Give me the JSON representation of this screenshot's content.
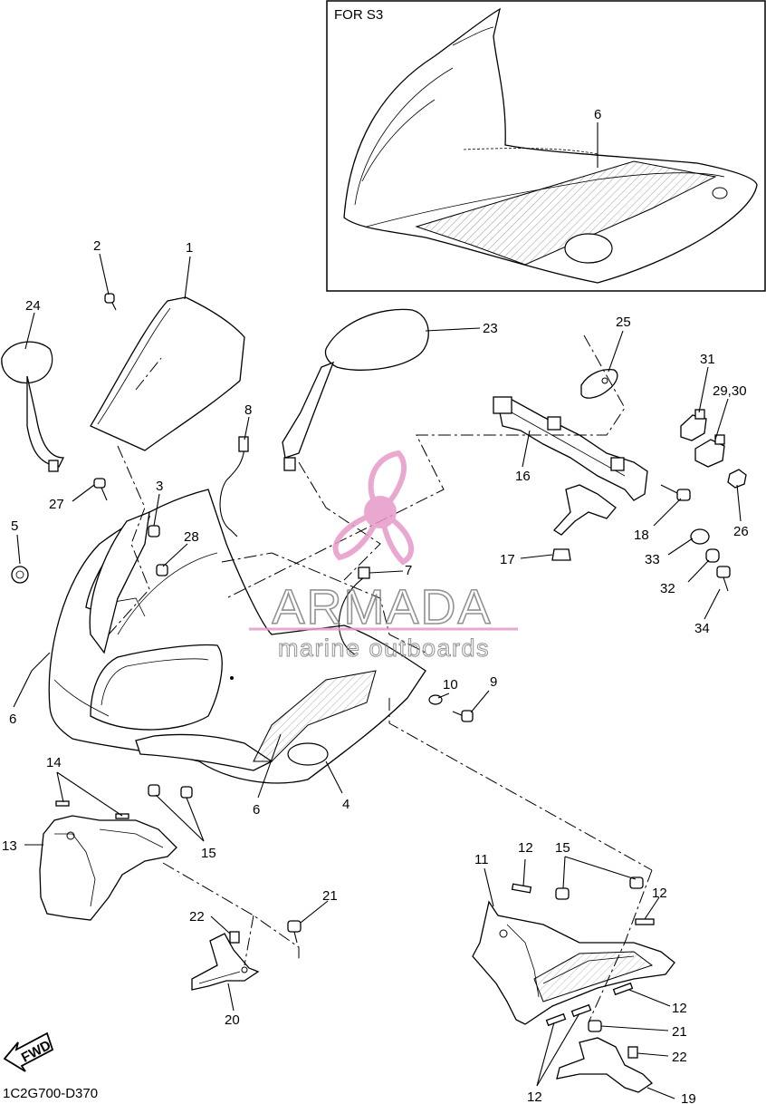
{
  "inset": {
    "label": "FOR  S3"
  },
  "diagram_code": "1C2G700-D370",
  "fwd_label": "FWD",
  "watermark": {
    "brand": "ARMADA",
    "tagline": "marine outboards",
    "accent_color": "#e79ac8"
  },
  "callouts": [
    {
      "id": "c6-inset",
      "text": "6"
    },
    {
      "id": "c1",
      "text": "1"
    },
    {
      "id": "c2",
      "text": "2"
    },
    {
      "id": "c24",
      "text": "24"
    },
    {
      "id": "c23",
      "text": "23"
    },
    {
      "id": "c25",
      "text": "25"
    },
    {
      "id": "c31",
      "text": "31"
    },
    {
      "id": "c29-30",
      "text": "29,30"
    },
    {
      "id": "c8",
      "text": "8"
    },
    {
      "id": "c3",
      "text": "3"
    },
    {
      "id": "c27",
      "text": "27"
    },
    {
      "id": "c16",
      "text": "16"
    },
    {
      "id": "c18",
      "text": "18"
    },
    {
      "id": "c26",
      "text": "26"
    },
    {
      "id": "c5",
      "text": "5"
    },
    {
      "id": "c28",
      "text": "28"
    },
    {
      "id": "c17",
      "text": "17"
    },
    {
      "id": "c33",
      "text": "33"
    },
    {
      "id": "c7",
      "text": "7"
    },
    {
      "id": "c32",
      "text": "32"
    },
    {
      "id": "c34",
      "text": "34"
    },
    {
      "id": "c10",
      "text": "10"
    },
    {
      "id": "c9",
      "text": "9"
    },
    {
      "id": "c6-left",
      "text": "6"
    },
    {
      "id": "c14",
      "text": "14"
    },
    {
      "id": "c6-lower",
      "text": "6"
    },
    {
      "id": "c4",
      "text": "4"
    },
    {
      "id": "c13",
      "text": "13"
    },
    {
      "id": "c15-left",
      "text": "15"
    },
    {
      "id": "c12-a",
      "text": "12"
    },
    {
      "id": "c15-right",
      "text": "15"
    },
    {
      "id": "c11",
      "text": "11"
    },
    {
      "id": "c21-left",
      "text": "21"
    },
    {
      "id": "c12-b",
      "text": "12"
    },
    {
      "id": "c22-left",
      "text": "22"
    },
    {
      "id": "c20",
      "text": "20"
    },
    {
      "id": "c12-c",
      "text": "12"
    },
    {
      "id": "c21-right",
      "text": "21"
    },
    {
      "id": "c22-right",
      "text": "22"
    },
    {
      "id": "c12-d",
      "text": "12"
    },
    {
      "id": "c19",
      "text": "19"
    }
  ]
}
